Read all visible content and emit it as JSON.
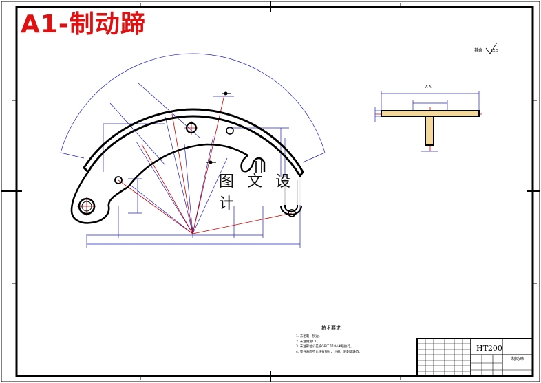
{
  "title": "A1-制动蹄",
  "watermark": "图 文 设 计",
  "roughness": {
    "label": "其余",
    "value": "12.5"
  },
  "section_label": "A-A",
  "technical_requirements": {
    "heading": "技术要求",
    "notes": [
      "1. 去毛刺，锐边。",
      "2. 未注倒角C1。",
      "3. 未注形位公差按GB/T 1184-K级执行。",
      "4. 零件表面不允许有裂纹、划痕、毛刺等缺陷。"
    ]
  },
  "title_block": {
    "material": "HT200",
    "part_name": "制动蹄"
  },
  "colors": {
    "title": "#e01010",
    "frame": "#000000",
    "dimension": "#0000cc",
    "centerline": "#cc0000"
  }
}
